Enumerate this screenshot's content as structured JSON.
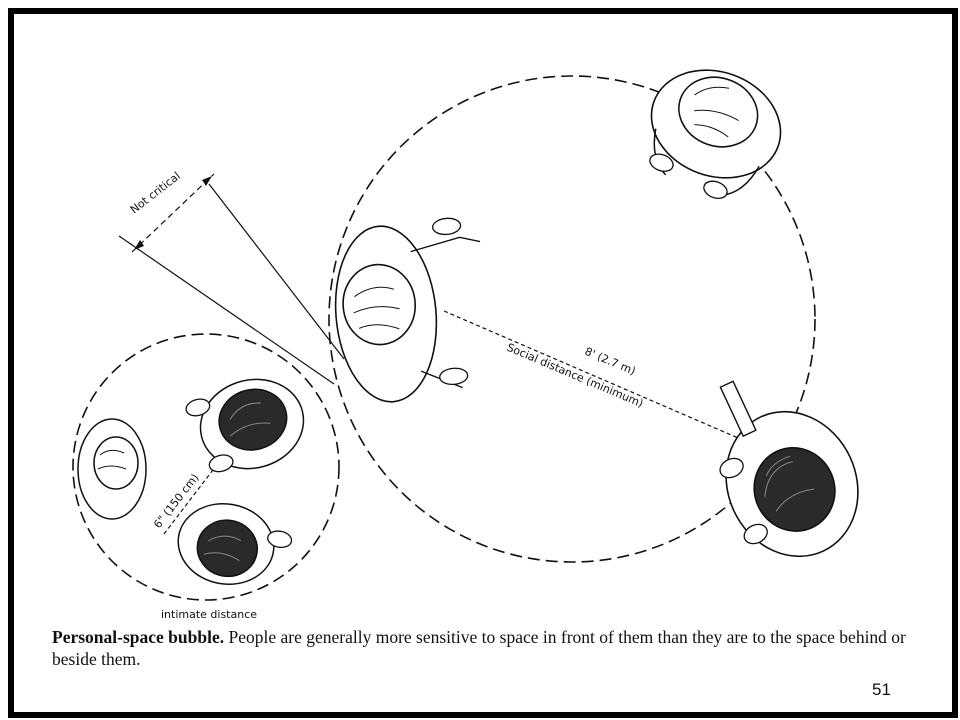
{
  "caption": {
    "title": "Personal-space bubble.",
    "text": "People are generally more sensitive to space in front of them than they are to the space behind or beside them."
  },
  "page_number": "51",
  "labels": {
    "not_critical": "Not critical",
    "intimate_distance": "intimate distance",
    "small_distance": "6\" (150 cm)",
    "large_distance": "8' (2.7 m)",
    "social_distance": "Social distance (minimum)"
  }
}
